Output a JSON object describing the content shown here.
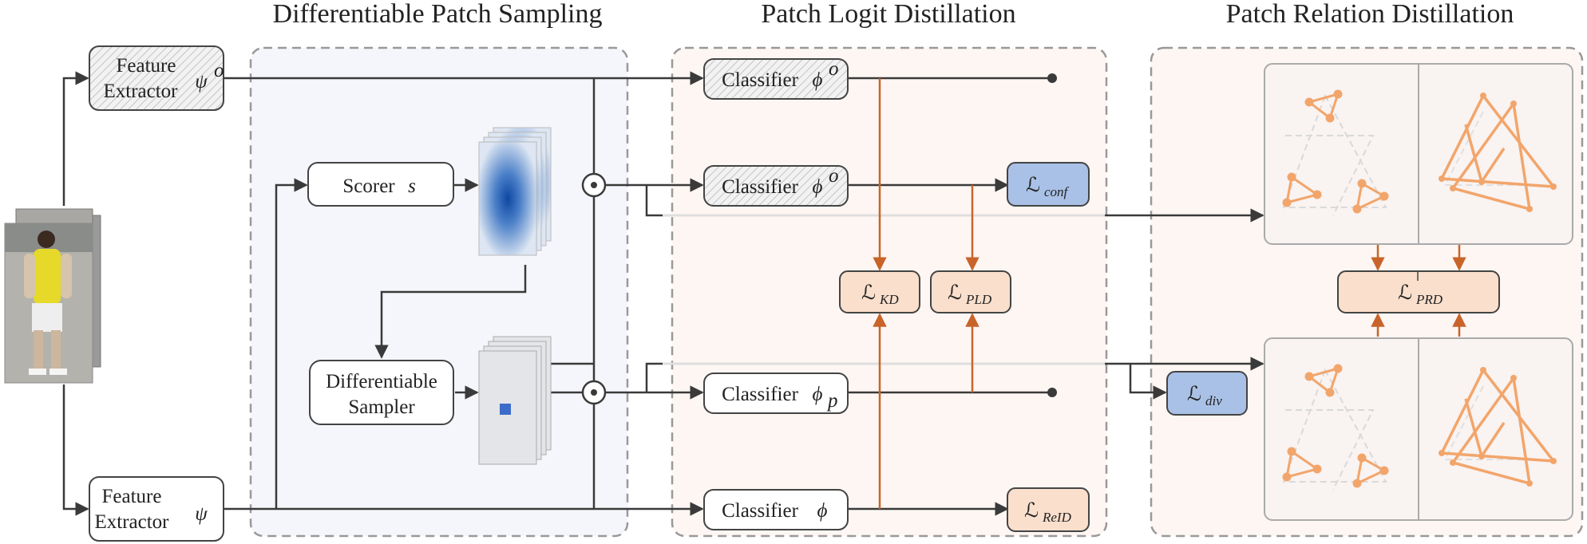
{
  "sections": {
    "sampling_title": "Differentiable Patch Sampling",
    "logit_title": "Patch Logit Distillation",
    "relation_title": "Patch Relation Distillation"
  },
  "feature_extractor_top": {
    "label1": "Feature",
    "label2": "Extractor",
    "symbol": "ψ",
    "sup": "o"
  },
  "feature_extractor_bottom": {
    "label1": "Feature",
    "label2": "Extractor",
    "symbol": "ψ"
  },
  "scorer": {
    "label": "Scorer",
    "symbol": "s"
  },
  "sampler": {
    "label1": "Differentiable",
    "label2": "Sampler"
  },
  "classifiers": {
    "c1": {
      "label": "Classifier",
      "symbol": "ϕ",
      "sup": "o"
    },
    "c2": {
      "label": "Classifier",
      "symbol": "ϕ",
      "sup": "o"
    },
    "c3": {
      "label": "Classifier",
      "symbol": "ϕ",
      "sub": "p"
    },
    "c4": {
      "label": "Classifier",
      "symbol": "ϕ"
    }
  },
  "losses": {
    "conf": {
      "script": "ℒ",
      "sub": "conf"
    },
    "kd": {
      "script": "ℒ",
      "sub": "KD"
    },
    "pld": {
      "script": "ℒ",
      "sub": "PLD"
    },
    "reid": {
      "script": "ℒ",
      "sub": "ReID"
    },
    "prd": {
      "script": "ℒ",
      "sub": "PRD"
    },
    "div": {
      "script": "ℒ",
      "sub": "div"
    }
  },
  "colors": {
    "loss_blue": "#a9c1e6",
    "loss_peach": "#f9dfcc",
    "orange_arrow": "#c8642a",
    "panel_blue": "#f5f6fb",
    "panel_peach": "#fdf6f3",
    "triangle_orange": "#f2a56b"
  }
}
